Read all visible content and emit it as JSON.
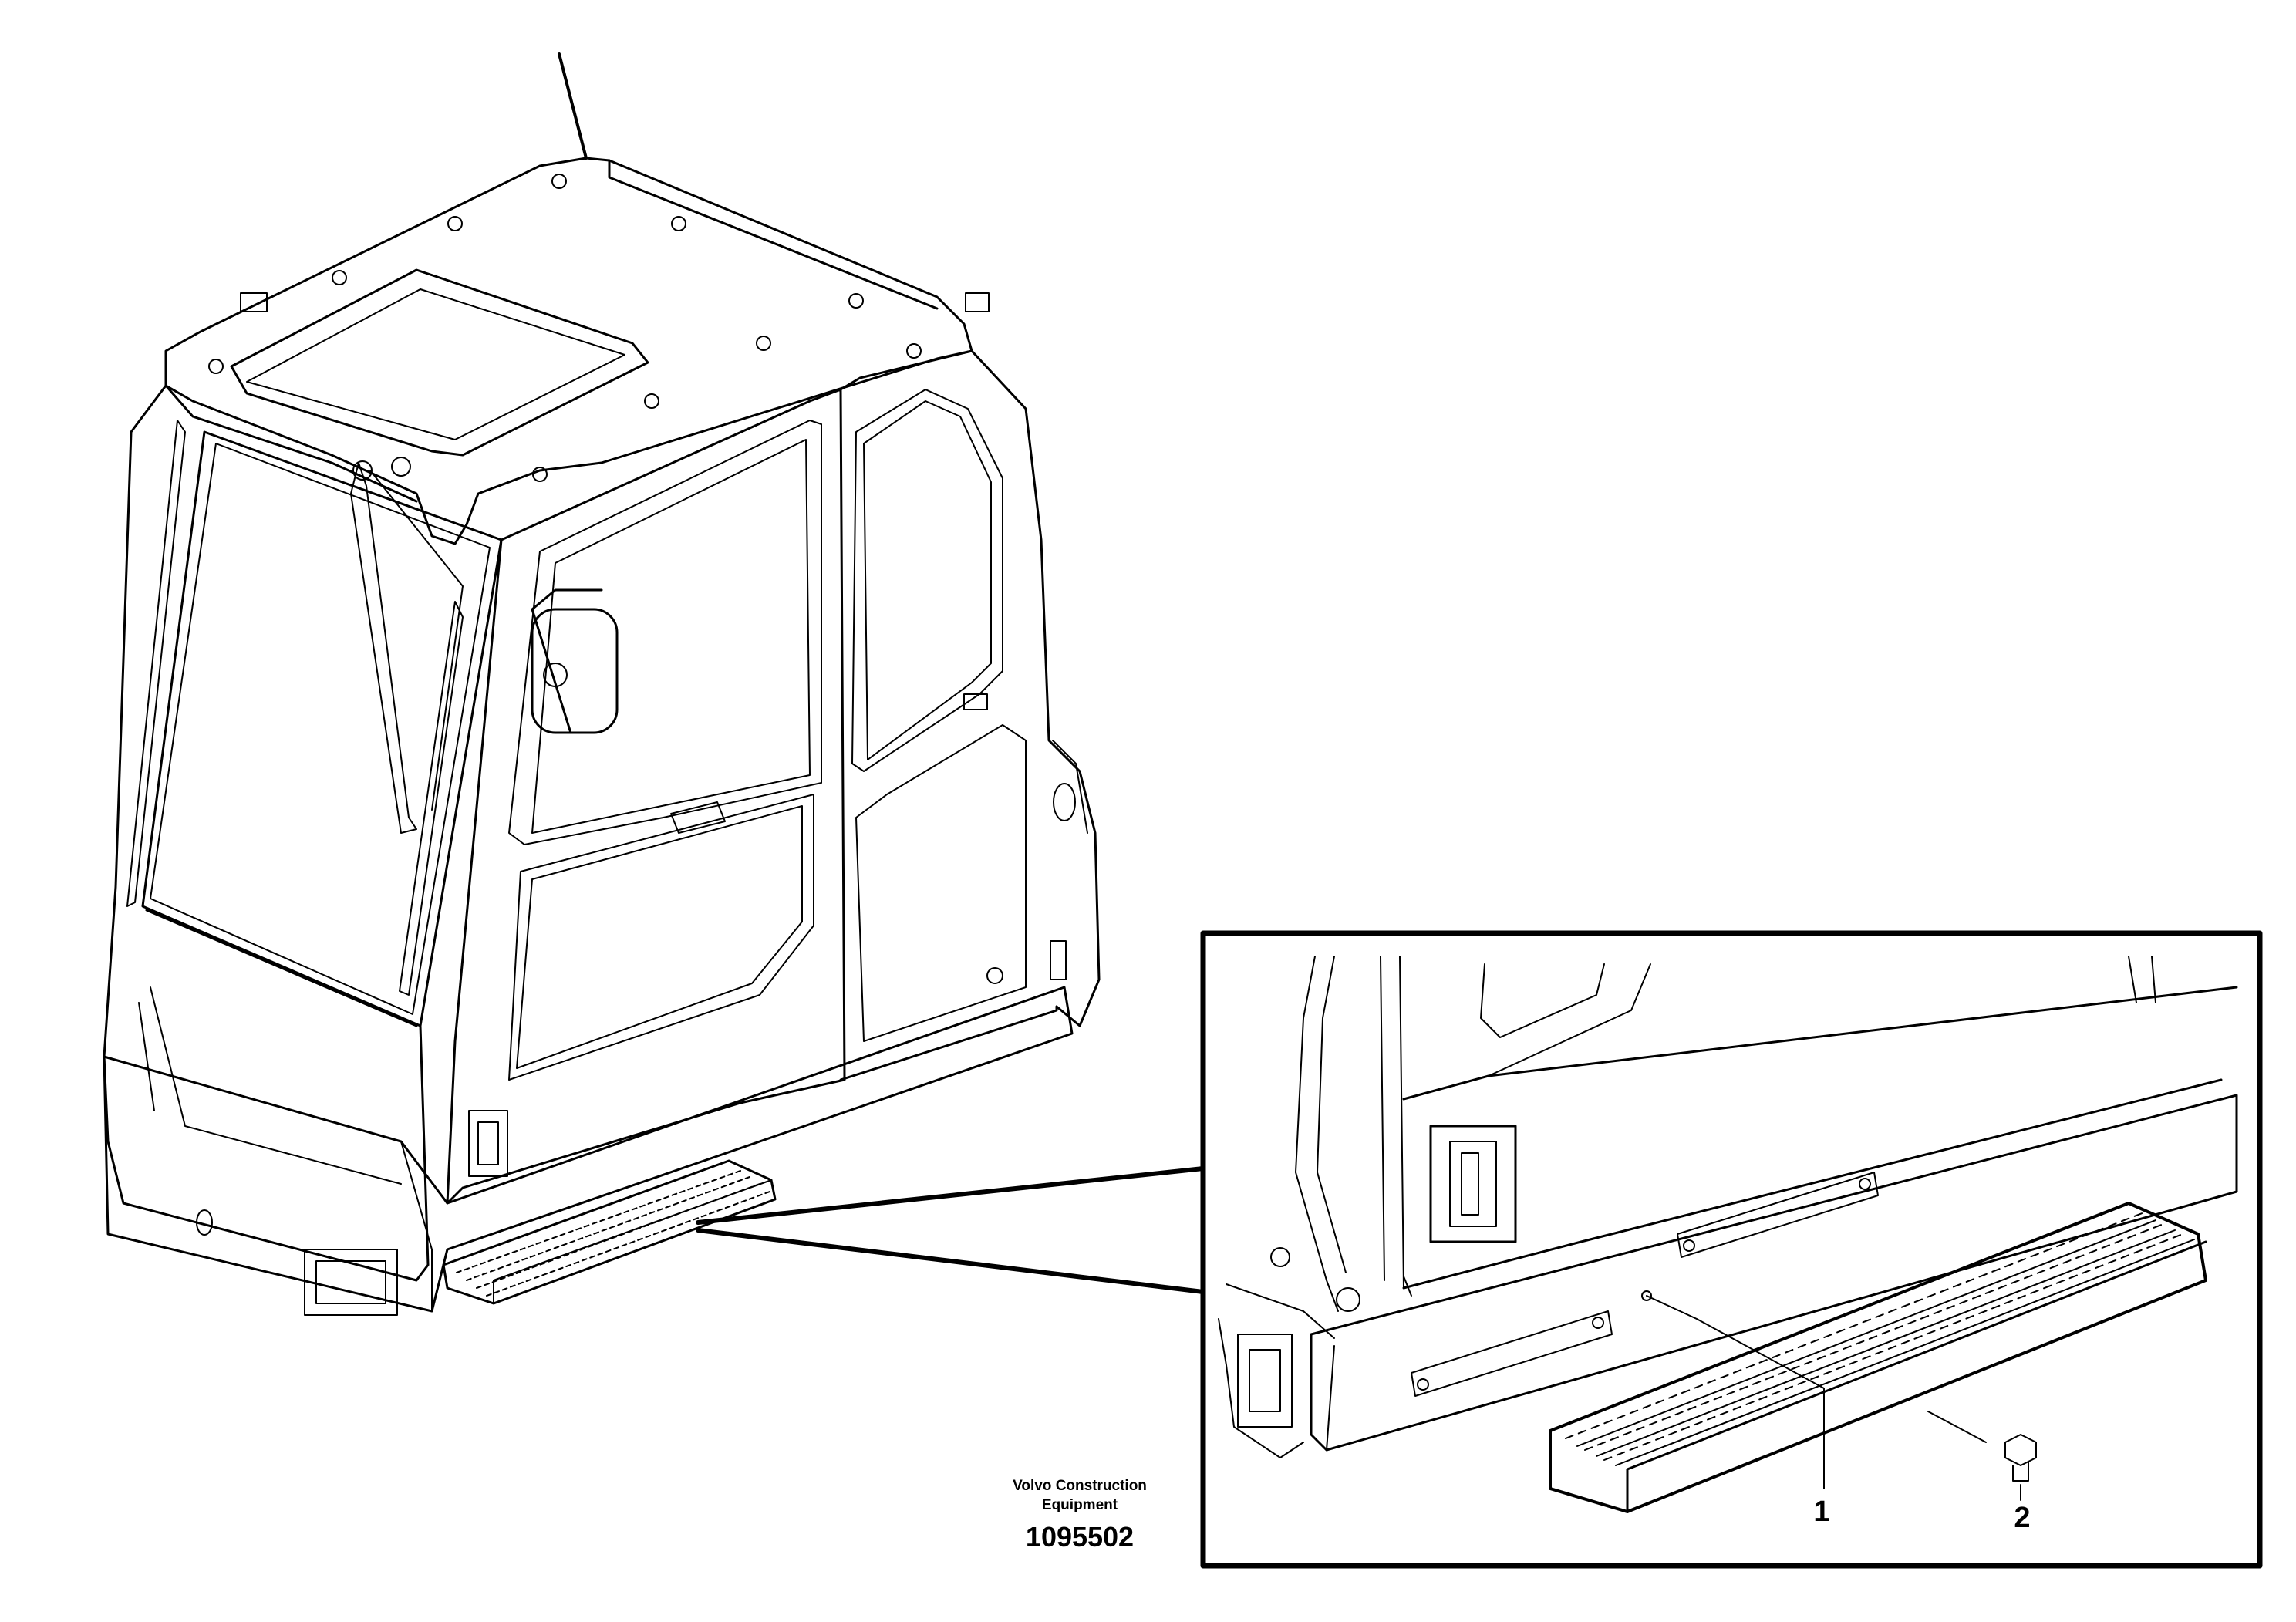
{
  "credit": {
    "line1": "Volvo Construction",
    "line2": "Equipment",
    "figure_number": "1095502"
  },
  "callouts": [
    {
      "id": "1",
      "label": "1"
    },
    {
      "id": "2",
      "label": "2"
    }
  ],
  "colors": {
    "stroke": "#000000",
    "background": "#ffffff"
  }
}
